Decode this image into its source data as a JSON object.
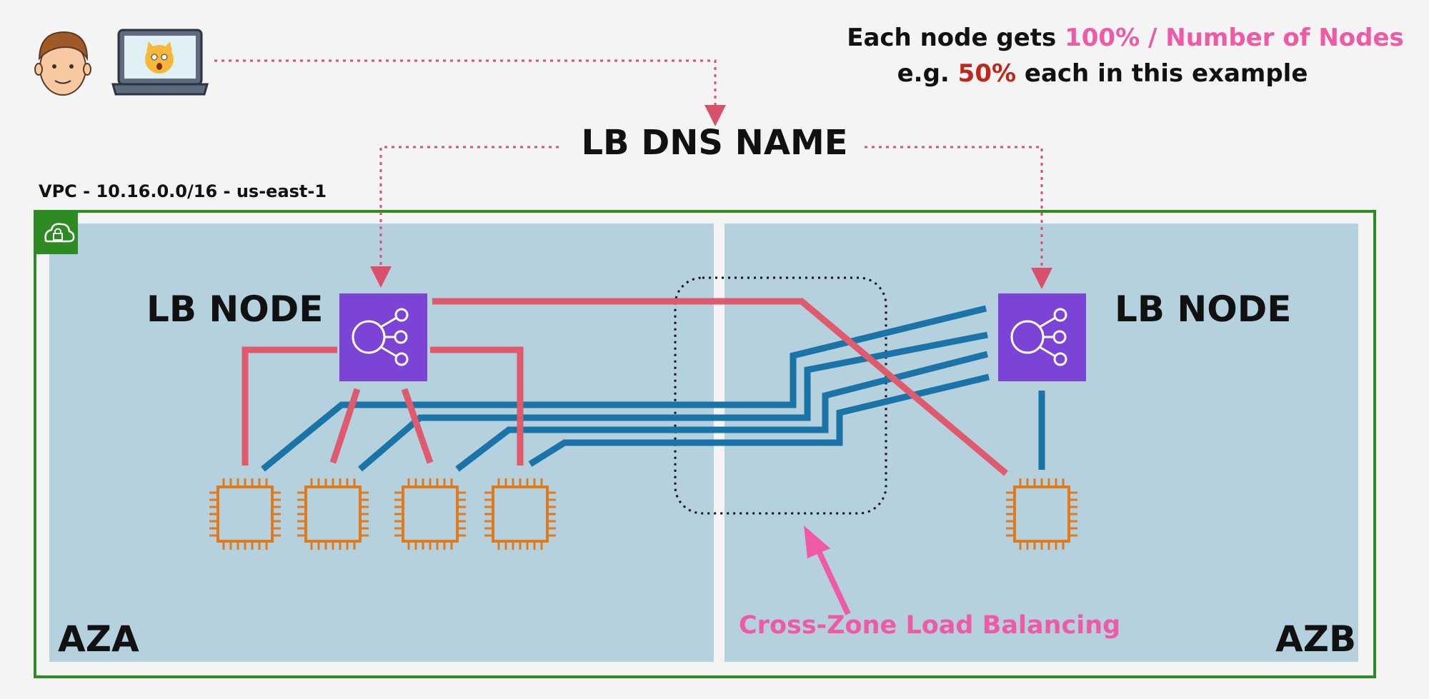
{
  "colors": {
    "background": "#f4f4f4",
    "vpc_border": "#2e8b22",
    "az_fill": "#b5d1de",
    "lb_connection": "#e05a6e",
    "cross_zone_connection": "#1b74a7",
    "dns_arrow": "#d9506a",
    "instance": "#e07b1d",
    "lb_icon": "#7c44d6",
    "highlight_pink": "#ef5aa7",
    "highlight_red": "#c0271a"
  },
  "header": {
    "note_line1_prefix": "Each node gets ",
    "note_line1_highlight": "100% / Number of Nodes",
    "note_line2_prefix": "e.g. ",
    "note_line2_highlight": "50%",
    "note_line2_suffix": " each in this example"
  },
  "client": {
    "user_icon": "user-face-icon",
    "laptop_icon": "laptop-cat-icon"
  },
  "dns": {
    "label": "LB DNS NAME"
  },
  "vpc": {
    "label": "VPC - 10.16.0.0/16 - us-east-1",
    "icon": "vpc-cloud-lock-icon"
  },
  "zones": [
    {
      "label": "AZA",
      "lb_label": "LB NODE",
      "instances": 4
    },
    {
      "label": "AZB",
      "lb_label": "LB NODE",
      "instances": 1
    }
  ],
  "callout": {
    "label": "Cross-Zone Load Balancing"
  }
}
